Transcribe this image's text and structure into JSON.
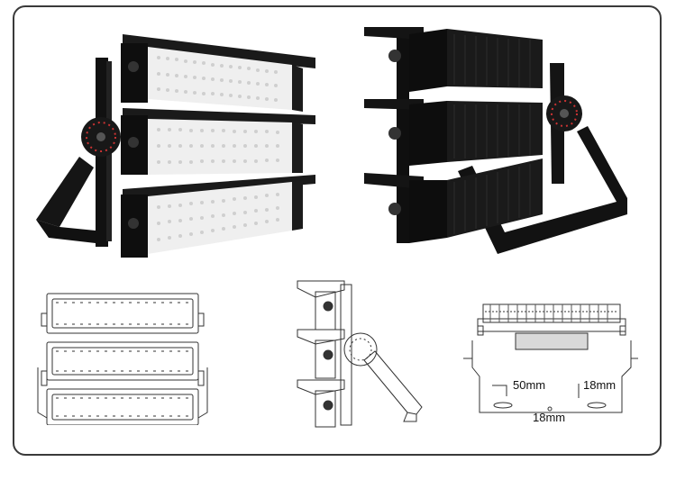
{
  "dimensions": {
    "bracket_width": "50mm",
    "bracket_height": "18mm",
    "hole_offset": "18mm"
  },
  "colors": {
    "housing": "#121212",
    "led_lens": "#f2f2f2",
    "line_drawing": "#333333",
    "frame_border": "#3a3a3a"
  }
}
